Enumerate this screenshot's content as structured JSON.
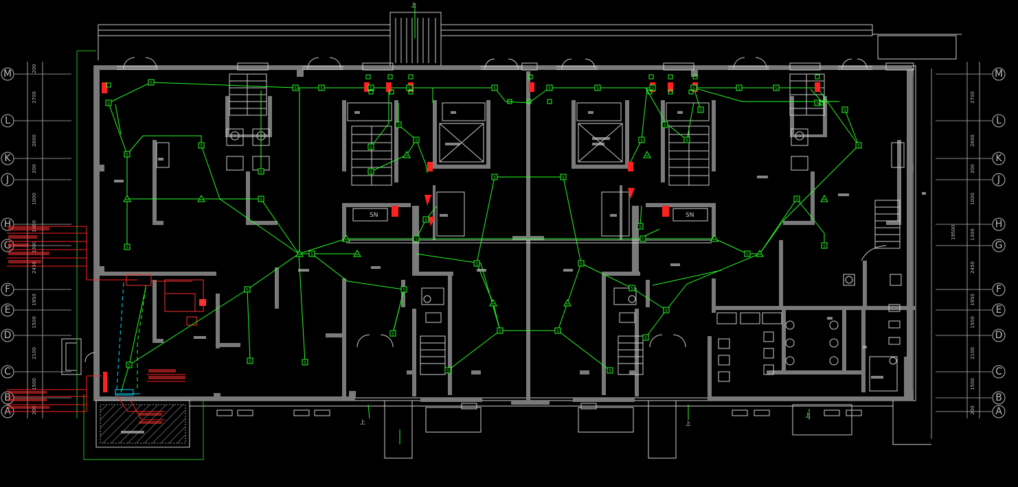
{
  "drawing": {
    "colors": {
      "background": "#000000",
      "wall": "#7a7a7a",
      "line": "#cfcfcf",
      "wire": "#27ff27",
      "alarm": "#ff2020",
      "aux": "#00e0ff",
      "outline": "#20c020"
    },
    "grid_axes_left": [
      "M",
      "L",
      "K",
      "J",
      "H",
      "G",
      "F",
      "E",
      "D",
      "C",
      "B",
      "A"
    ],
    "grid_axes_right": [
      "M",
      "L",
      "K",
      "J",
      "H",
      "G",
      "F",
      "E",
      "D",
      "C",
      "B",
      "A"
    ],
    "dims_left": [
      "200",
      "2700",
      "2600",
      "200",
      "1000",
      "1000",
      "1300",
      "2450",
      "1950",
      "1500",
      "2100",
      "1500",
      "200"
    ],
    "dims_right": [
      "2700",
      "2600",
      "200",
      "1000",
      "1300",
      "2450",
      "1950",
      "1500",
      "2100",
      "1500",
      "200"
    ],
    "dim_total_right": "19500",
    "up_marks": [
      "上",
      "上",
      "上",
      "上"
    ],
    "device_symbol": "S",
    "room_sn": [
      "SN",
      "SN"
    ],
    "icon_names": [
      "smoke-detector-icon",
      "manual-alarm-icon",
      "alarm-bell-icon",
      "door-swing-icon"
    ]
  }
}
